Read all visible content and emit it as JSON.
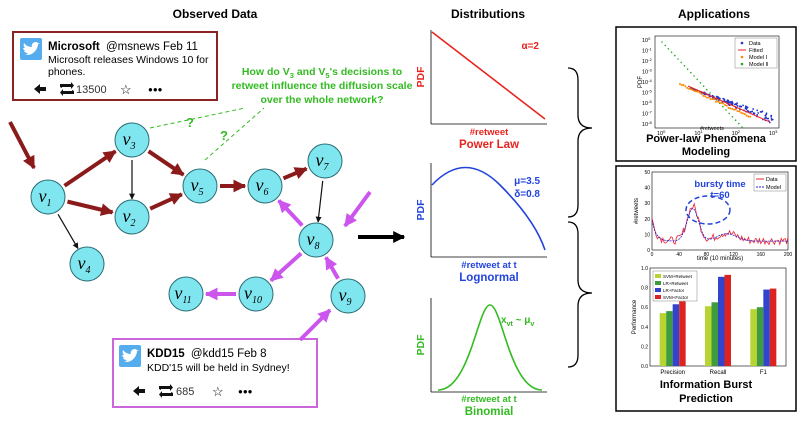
{
  "headers": {
    "observed": "Observed Data",
    "distributions": "Distributions",
    "applications": "Applications"
  },
  "tweet_top": {
    "name": "Microsoft",
    "handle": "@msnews Feb 11",
    "text1": "Microsoft releases Windows 10 for",
    "text2": "phones.",
    "retweets": "13500",
    "dots": "●●●",
    "border_color": "#8B2323"
  },
  "tweet_bottom": {
    "name": "KDD15",
    "handle": "@kdd15 Feb 8",
    "text1": "KDD'15 will be held in Sydney!",
    "retweets": "685",
    "dots": "●●●",
    "border_color": "#CC66DD"
  },
  "question": {
    "line1": "How do V",
    "sub1": "3",
    "mid": " and V",
    "sub2": "5",
    "end": "'s decisions to",
    "line2": "retweet influence the diffusion scale",
    "line3": "over the whole network?",
    "mark": "?",
    "color": "#33BB22"
  },
  "nodes": [
    {
      "id": "v1",
      "label": "v",
      "sub": "1"
    },
    {
      "id": "v2",
      "label": "v",
      "sub": "2"
    },
    {
      "id": "v3",
      "label": "v",
      "sub": "3"
    },
    {
      "id": "v4",
      "label": "v",
      "sub": "4"
    },
    {
      "id": "v5",
      "label": "v",
      "sub": "5"
    },
    {
      "id": "v6",
      "label": "v",
      "sub": "6"
    },
    {
      "id": "v7",
      "label": "v",
      "sub": "7"
    },
    {
      "id": "v8",
      "label": "v",
      "sub": "8"
    },
    {
      "id": "v9",
      "label": "v",
      "sub": "9"
    },
    {
      "id": "v10",
      "label": "v",
      "sub": "10"
    },
    {
      "id": "v11",
      "label": "v",
      "sub": "11"
    }
  ],
  "distributions": {
    "power": {
      "ylabel": "PDF",
      "xlabel": "#retweet",
      "title": "Power Law",
      "param": "α=2",
      "color": "#E8241E"
    },
    "lognormal": {
      "ylabel": "PDF",
      "xlabel": "#retweet at t",
      "title": "Lognormal",
      "param1": "μ=3.5",
      "param2": "δ=0.8",
      "color": "#2244DD"
    },
    "binomial": {
      "ylabel": "PDF",
      "xlabel": "#retweet at t",
      "title": "Binomial",
      "param": "x",
      "param_sub": "vt",
      "param_mid": " ~ μ",
      "param_sub2": "v",
      "color": "#33BB22"
    }
  },
  "apps": {
    "powerlaw": {
      "caption1": "Power-law Phenomena",
      "caption2": "Modeling",
      "legend": [
        "Data",
        "Fitted",
        "Model I",
        "Model II"
      ],
      "yaxis": "PDF",
      "xaxis": "#retweets",
      "ticks_y": [
        "10",
        "10",
        "10",
        "10",
        "10",
        "10",
        "10",
        "10",
        "10"
      ],
      "ticks_y_exp": [
        "0",
        "-1",
        "-2",
        "-3",
        "-4",
        "-5",
        "-6",
        "-7",
        "-8"
      ],
      "ticks_x": [
        "10",
        "10",
        "10",
        "10"
      ],
      "ticks_x_exp": [
        "0",
        "1",
        "2",
        "3"
      ]
    },
    "burst": {
      "caption1": "Information Burst",
      "caption2": "Prediction",
      "legend": [
        "Data",
        "Model"
      ],
      "bursty1": "bursty time",
      "bursty2": "t=60",
      "yaxis": "#retweets",
      "xaxis": "time (10 minutes)",
      "ticks_x": [
        "0",
        "40",
        "80",
        "120",
        "160",
        "200"
      ],
      "ticks_y": [
        "0",
        "10",
        "20",
        "30",
        "40",
        "50"
      ]
    },
    "bars": {
      "ylabel": "Performance",
      "ticks_y": [
        "0.0",
        "0.2",
        "0.4",
        "0.6",
        "0.8",
        "1.0"
      ],
      "ylim": [
        0,
        1.0
      ],
      "categories": [
        "Precision",
        "Recall",
        "F1"
      ],
      "series": [
        {
          "name": "SVM+Retweet",
          "values": [
            0.54,
            0.61,
            0.58
          ],
          "color": "#B7D433"
        },
        {
          "name": "LR+Retweet",
          "values": [
            0.56,
            0.65,
            0.6
          ],
          "color": "#3E9B3E"
        },
        {
          "name": "LR+Factor",
          "values": [
            0.63,
            0.91,
            0.78
          ],
          "color": "#3344CC"
        },
        {
          "name": "SVM+Factor",
          "values": [
            0.66,
            0.93,
            0.79
          ],
          "color": "#DD2222"
        }
      ]
    }
  },
  "chart_data": {
    "type": "bar",
    "categories": [
      "Precision",
      "Recall",
      "F1"
    ],
    "series": [
      {
        "name": "SVM+Retweet",
        "values": [
          0.54,
          0.61,
          0.58
        ]
      },
      {
        "name": "LR+Retweet",
        "values": [
          0.56,
          0.65,
          0.6
        ]
      },
      {
        "name": "LR+Factor",
        "values": [
          0.63,
          0.91,
          0.78
        ]
      },
      {
        "name": "SVM+Factor",
        "values": [
          0.66,
          0.93,
          0.79
        ]
      }
    ],
    "ylabel": "Performance",
    "ylim": [
      0,
      1.0
    ]
  },
  "colors": {
    "node_fill": "#7FE6F0",
    "dark_red": "#8B1A1A",
    "purple": "#CC55EE",
    "twitter_blue": "#55ACEE"
  }
}
